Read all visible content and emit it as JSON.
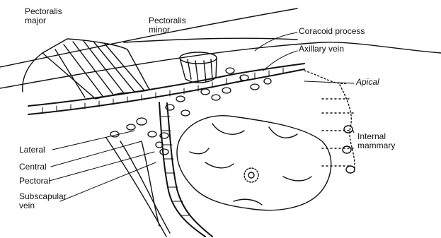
{
  "labels": {
    "pectoralis_major": [
      "Pectoralis",
      "major"
    ],
    "pectoralis_minor": [
      "Pectoralis",
      "minor"
    ],
    "coracoid_process": "Coracoid process",
    "axillary_vein": "Axillary vein",
    "apical": "Apical",
    "internal_mammary": [
      "Internal",
      "mammary"
    ],
    "lateral": "Lateral",
    "central": "Central",
    "pectoral": "Pectoral",
    "subscapular_vein": [
      "Subscapular",
      "vein"
    ]
  },
  "colors": {
    "ink": "#111111",
    "paper": "#ffffff"
  }
}
